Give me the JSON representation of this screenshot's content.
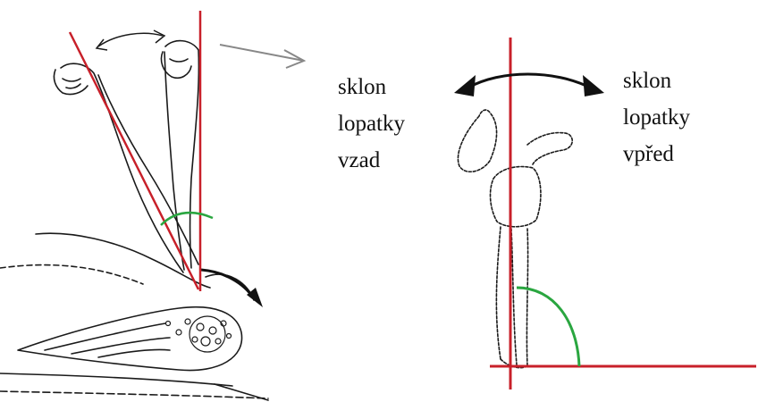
{
  "labels": {
    "back": [
      "sklon",
      "lopatky",
      "vzad"
    ],
    "forward": [
      "sklon",
      "lopatky",
      "vpřed"
    ]
  },
  "colors": {
    "reference_line": "#c8202a",
    "angle_arc": "#2aa640",
    "drawing": "#1a1a1a",
    "pointer_arrow": "#888888"
  }
}
